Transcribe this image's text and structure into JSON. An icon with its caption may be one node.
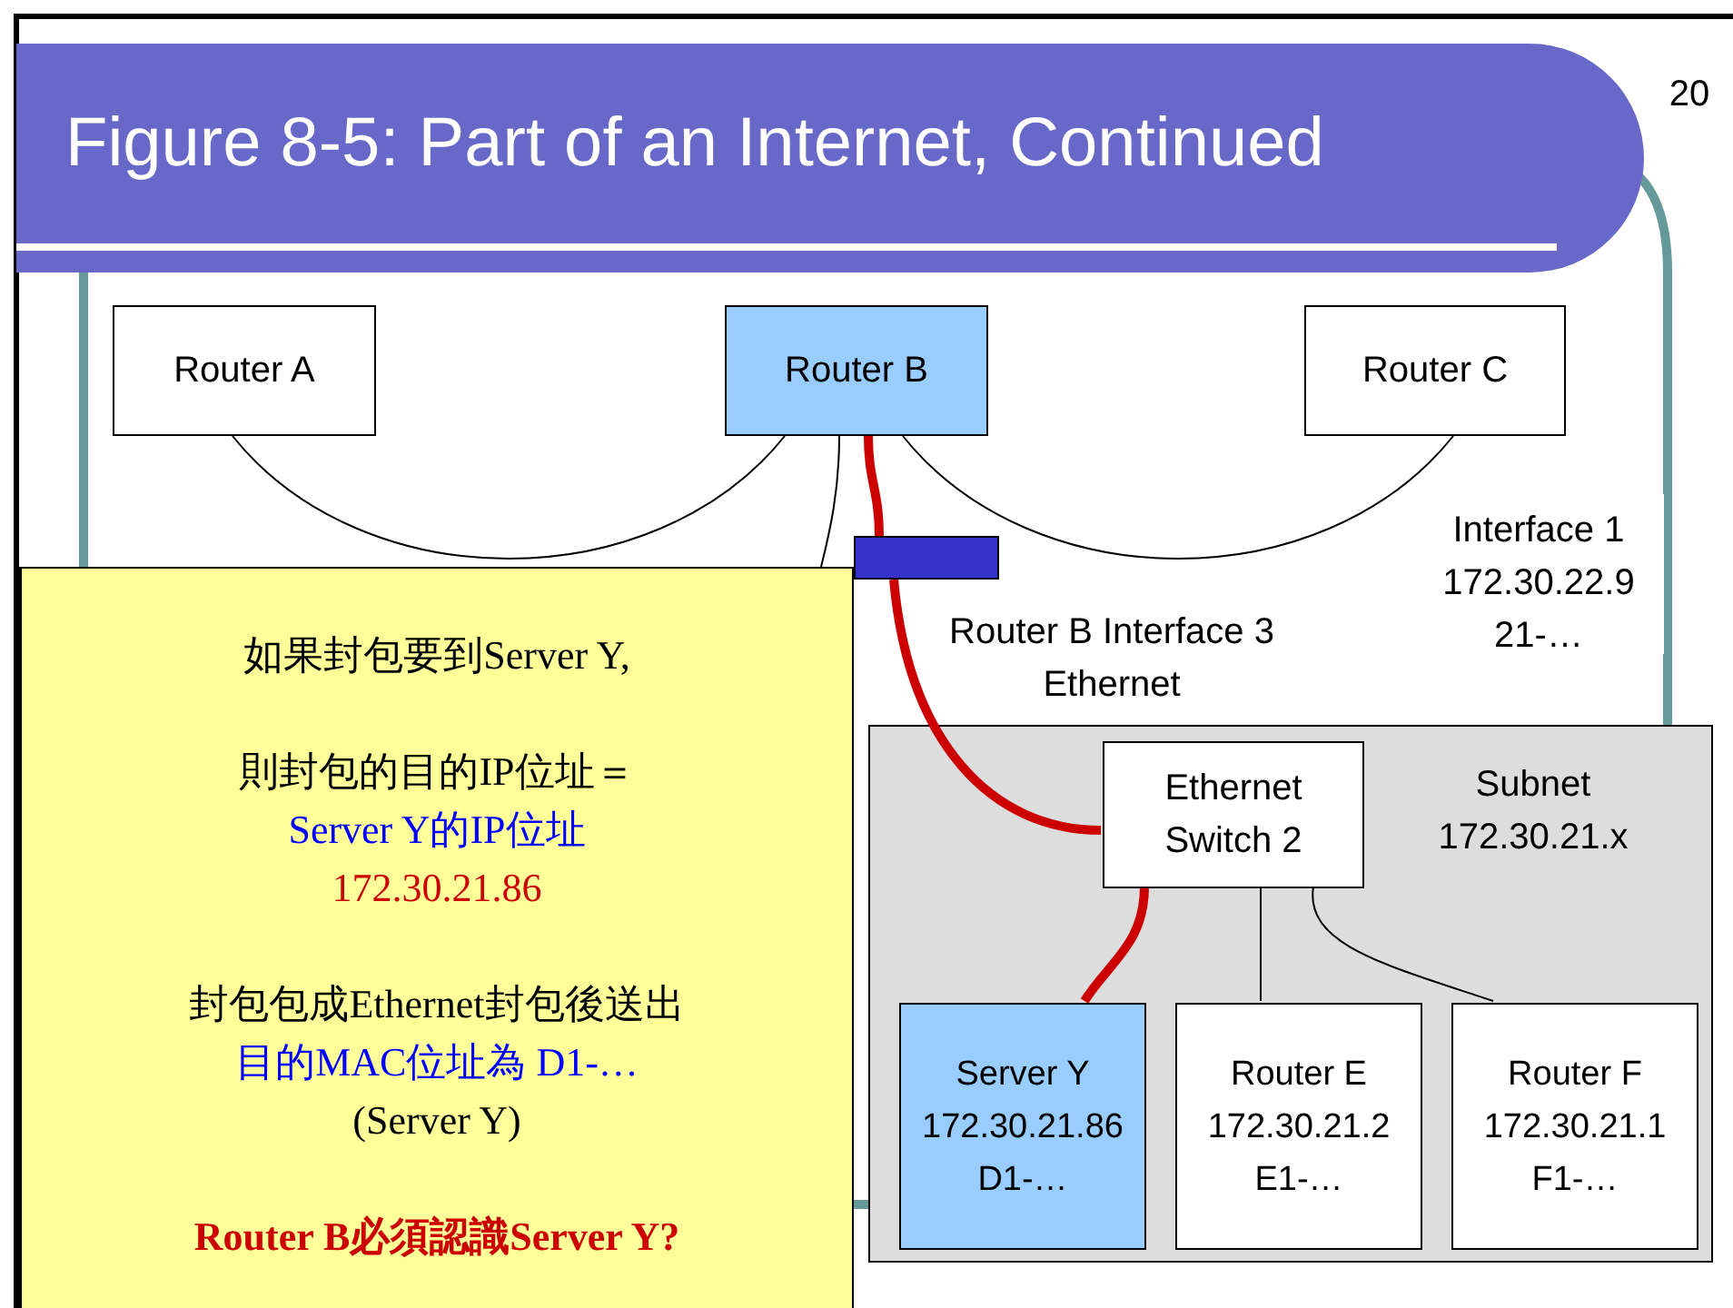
{
  "diagram": {
    "title": "Figure 8-5: Part of an Internet, Continued",
    "nodes": [
      {
        "text": [
          "Router A"
        ]
      },
      {
        "text": [
          "Router B"
        ]
      },
      {
        "text": [
          "Router C"
        ]
      },
      {
        "text": [
          "Subnet 172.30.21.x"
        ]
      },
      {
        "text": [
          "Ethernet Switch 2"
        ],
        "in": 3
      },
      {
        "text": [
          "Server Y",
          "172.30.21.86",
          "D1-…"
        ],
        "in": 3
      },
      {
        "text": [
          "Router E",
          "172.30.21.2",
          "E1-…"
        ],
        "in": 3
      },
      {
        "text": [
          "Router F",
          "172.30.21.1",
          "F1-…"
        ],
        "in": 3
      },
      {
        "text": [
          "如果封包要到Server Y,",
          "則封包的目的IP位址＝",
          "Server Y的IP位址",
          "172.30.21.86",
          "封包包成Ethernet封包後送出",
          "目的MAC位址為 D1-…",
          "(Server Y)",
          "Router B必須認識Server Y?"
        ]
      },
      {
        "text": [],
        "shape": "bar"
      }
    ],
    "edges": [
      {
        "from": 0,
        "to": 1,
        "arrow": "none"
      },
      {
        "from": 1,
        "to": 2,
        "arrow": "none"
      },
      {
        "from": 1,
        "to": 8,
        "arrow": "none"
      },
      {
        "from": 1,
        "to": 9,
        "arrow": "none",
        "style": "thick",
        "color": "#cc0000"
      },
      {
        "from": 9,
        "to": 4,
        "arrow": "none",
        "style": "thick",
        "color": "#cc0000"
      },
      {
        "from": 4,
        "to": 5,
        "arrow": "none",
        "style": "thick",
        "color": "#cc0000"
      },
      {
        "from": 4,
        "to": 6,
        "arrow": "none"
      },
      {
        "from": 4,
        "to": 7,
        "arrow": "none"
      }
    ],
    "labels": [
      "20",
      "Interface 1 172.30.22.9 21-…",
      "Router B Interface 3 Ethernet"
    ]
  }
}
